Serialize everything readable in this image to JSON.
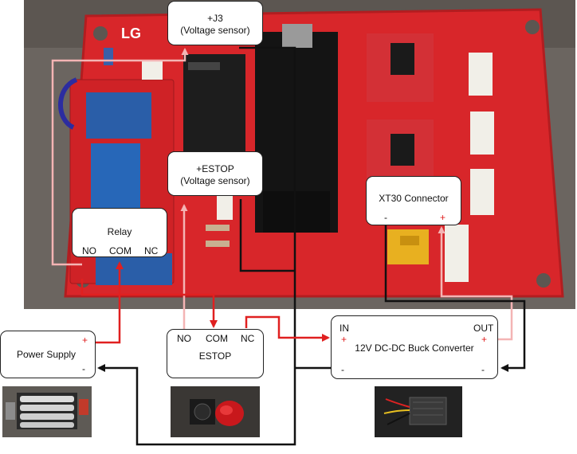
{
  "boxes": {
    "j3": {
      "title": "+J3",
      "subtitle": "(Voltage sensor)"
    },
    "estop_sensor": {
      "title": "+ESTOP",
      "subtitle": "(Voltage sensor)"
    },
    "relay": {
      "title": "Relay",
      "no": "NO",
      "com": "COM",
      "nc": "NC"
    },
    "xt30": {
      "title": "XT30 Connector",
      "minus": "-",
      "plus": "+"
    },
    "power_supply": {
      "title": "Power Supply",
      "plus": "+",
      "minus": "-"
    },
    "estop": {
      "title": "ESTOP",
      "no": "NO",
      "com": "COM",
      "nc": "NC"
    },
    "buck": {
      "title": "12V DC-DC Buck Converter",
      "in": "IN",
      "out": "OUT",
      "in_plus": "+",
      "out_plus": "+",
      "in_minus": "-",
      "out_minus": "-"
    }
  },
  "colors": {
    "positive_wire": "#e02020",
    "negative_wire": "#111111",
    "sense_wire": "#f4b4b4",
    "board": "#d8262a"
  }
}
